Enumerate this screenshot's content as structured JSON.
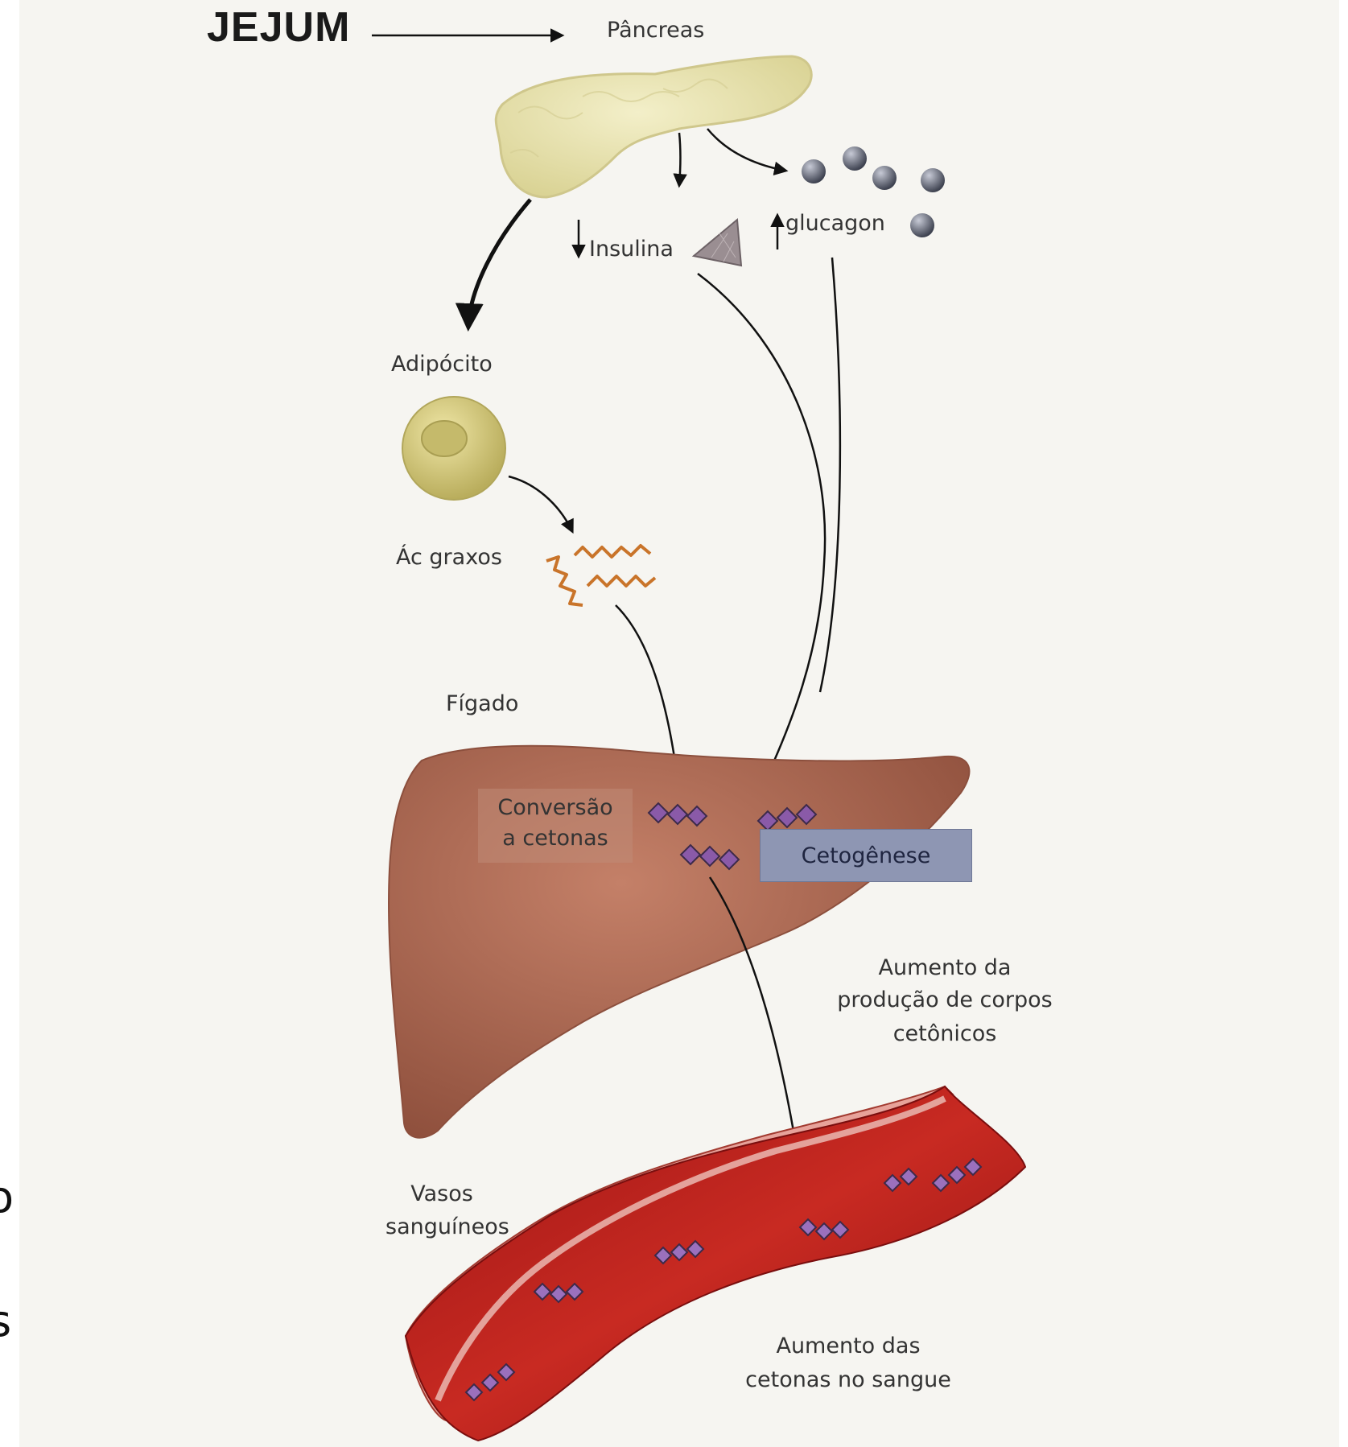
{
  "title": "JEJUM",
  "labels": {
    "pancreas": "Pâncreas",
    "insulina": "Insulina",
    "glucagon": "glucagon",
    "adipocito": "Adipócito",
    "ac_graxos": "Ác graxos",
    "figado": "Fígado",
    "conversao_1": "Conversão",
    "conversao_2": "a cetonas",
    "cetogenese": "Cetogênese",
    "aumento_prod_1": "Aumento  da",
    "aumento_prod_2": "produção de corpos",
    "aumento_prod_3": "cetônicos",
    "vasos_1": "Vasos",
    "vasos_2": "sanguíneos",
    "aumento_cet_1": "Aumento  das",
    "aumento_cet_2": "cetonas no sangue"
  },
  "edge_fragments": {
    "left_top": "o",
    "left_bottom": "s"
  },
  "colors": {
    "background": "#f6f5f1",
    "pancreas": "#e8e3b4",
    "adipocyte": "#d9d08a",
    "liver": "#b4705a",
    "vessel": "#b81c1c",
    "ketone": "#8a5aa8",
    "glucagon": "#666b7a",
    "cetogenese_box": "#8e96b3"
  }
}
